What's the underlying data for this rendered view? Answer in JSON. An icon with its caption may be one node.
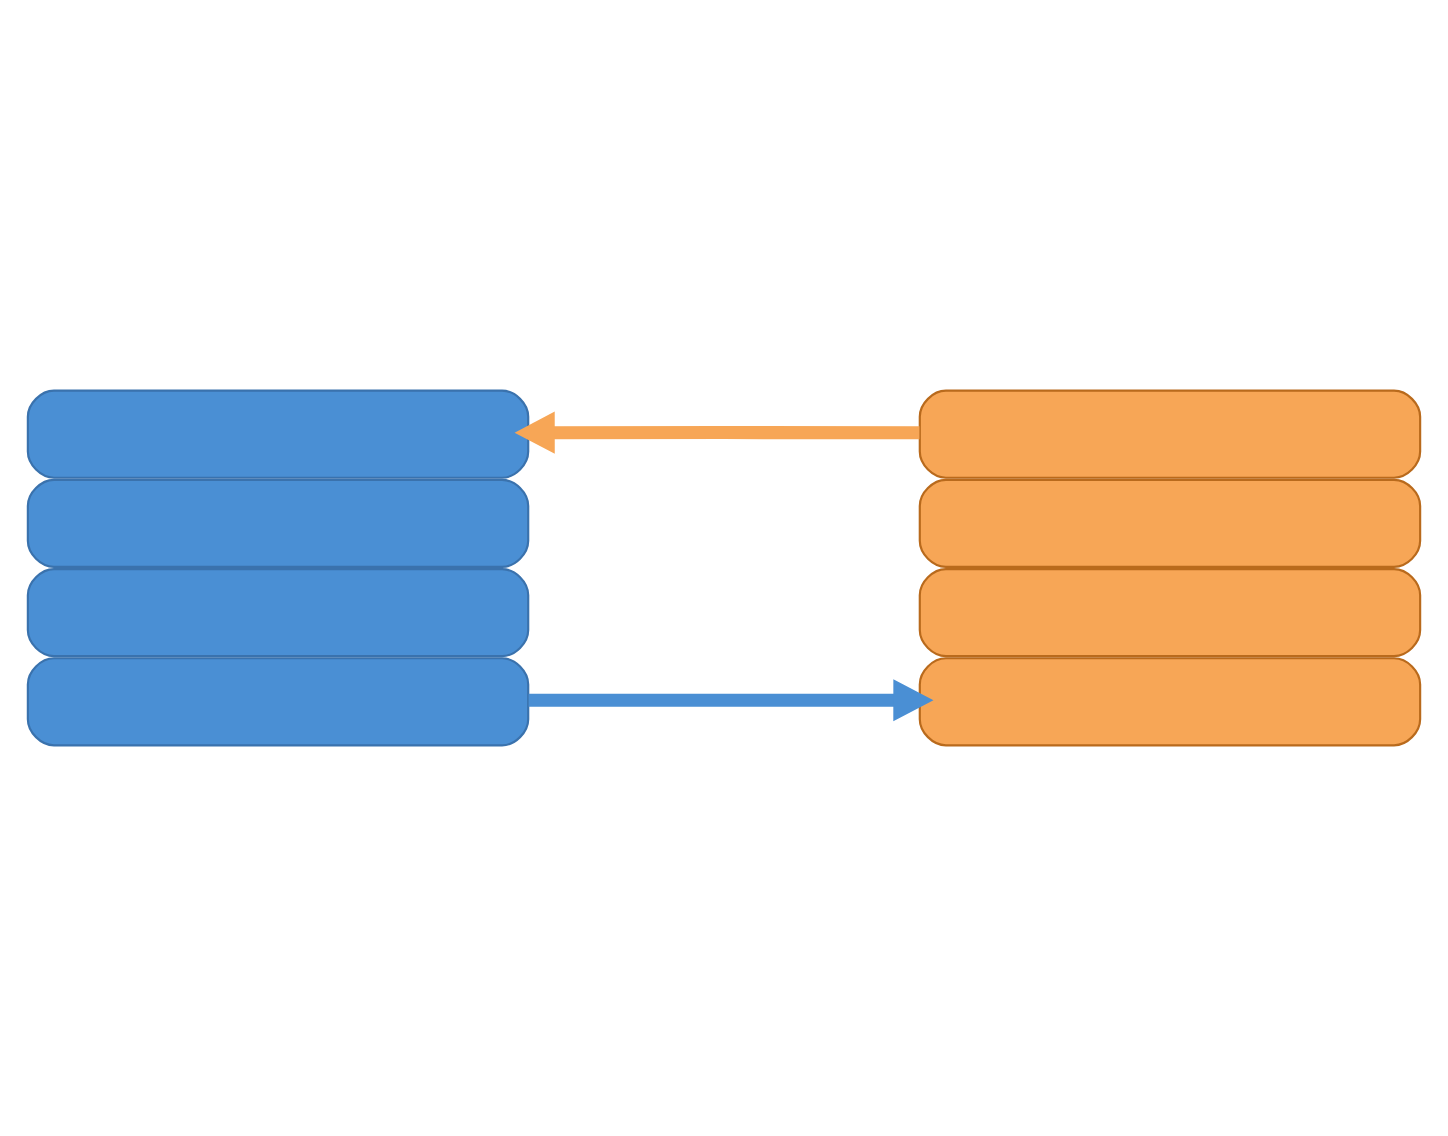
{
  "diagram": {
    "nodes": [
      {
        "text": [],
        "shape": "bar"
      },
      {
        "text": [],
        "shape": "bar"
      },
      {
        "text": [],
        "shape": "bar"
      },
      {
        "text": [],
        "shape": "bar"
      },
      {
        "text": [],
        "shape": "bar"
      },
      {
        "text": [],
        "shape": "bar"
      },
      {
        "text": [],
        "shape": "bar"
      },
      {
        "text": [],
        "shape": "bar"
      }
    ],
    "edges": [
      {
        "from": 0,
        "to": 4,
        "arrow": "to",
        "color": "#4a8fd4"
      },
      {
        "from": 7,
        "to": 3,
        "arrow": "to",
        "color": "#f7a656"
      }
    ]
  }
}
